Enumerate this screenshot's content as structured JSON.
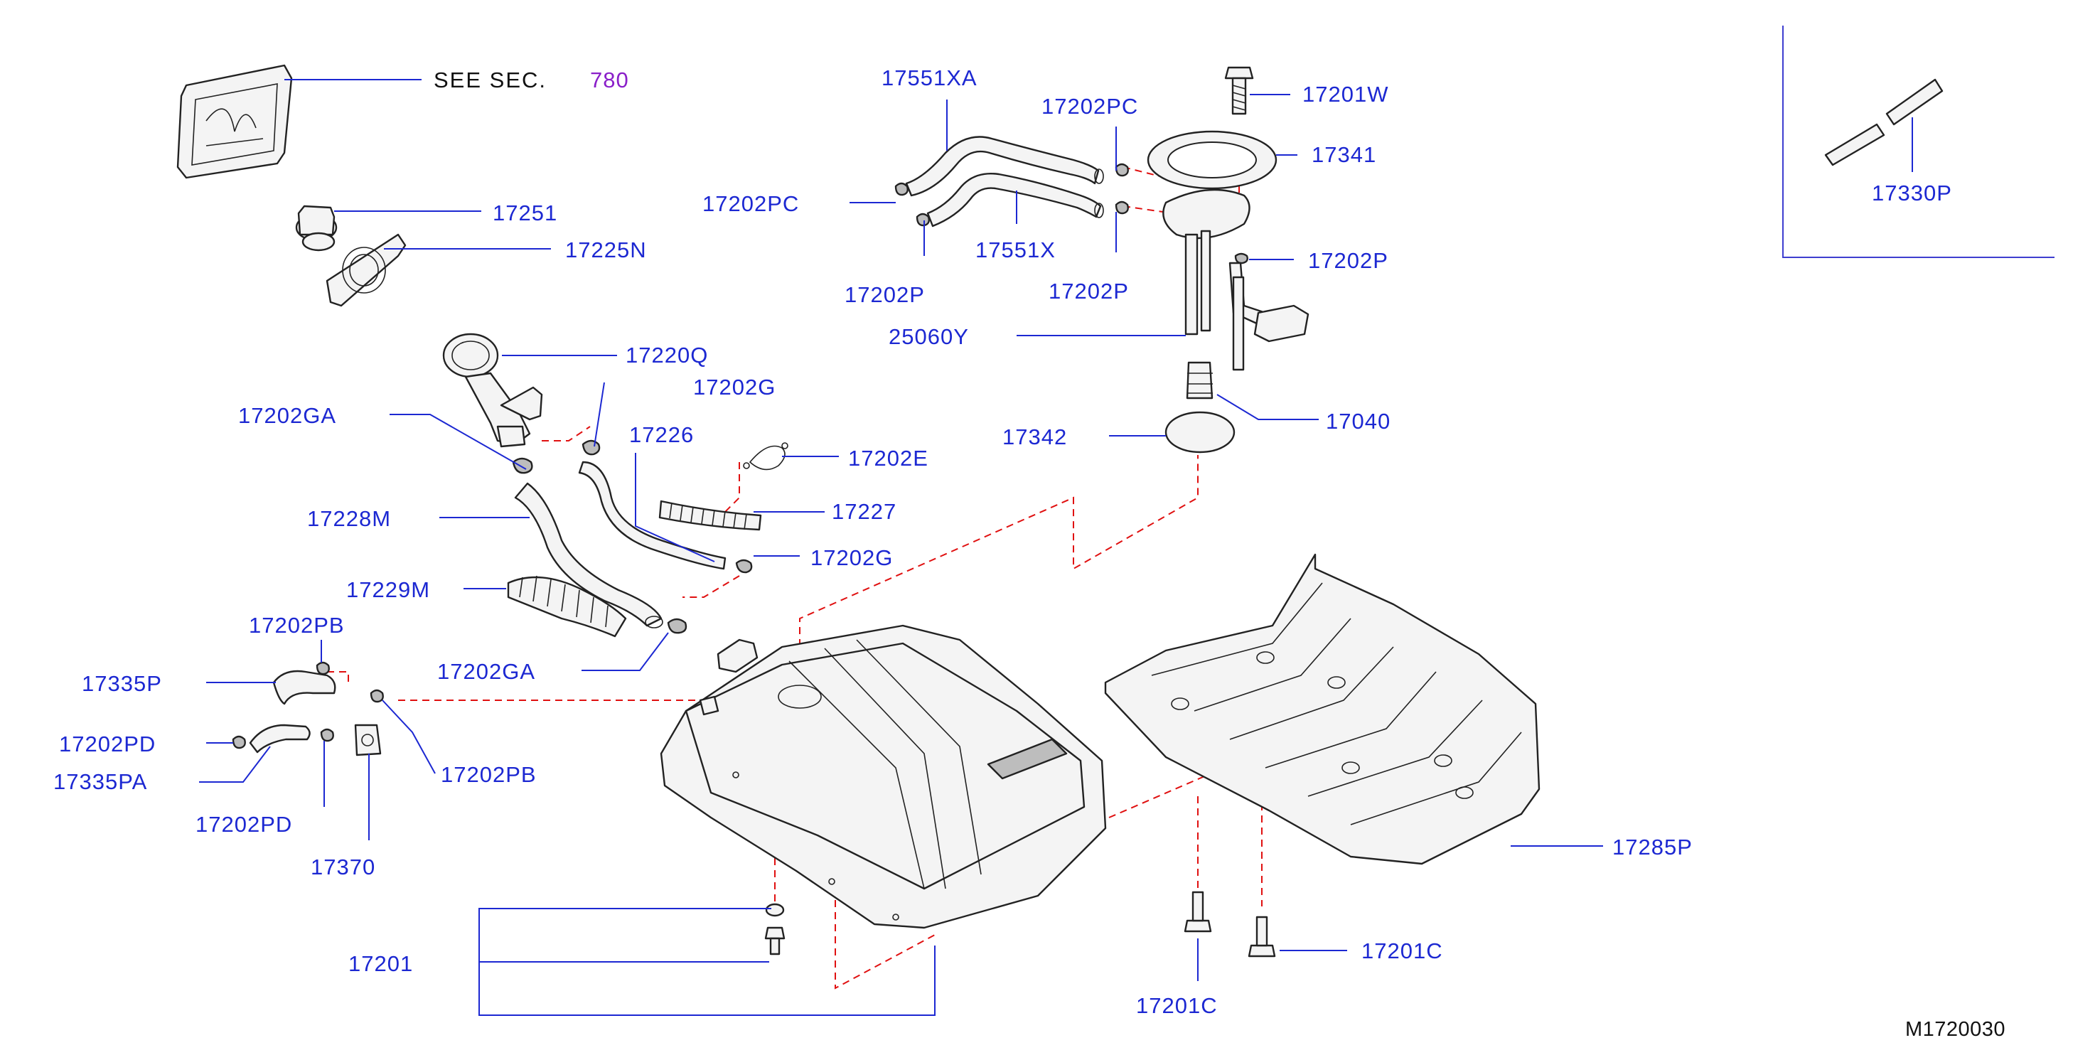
{
  "diagram": {
    "see_section": {
      "prefix": "SEE  SEC.",
      "number": "780"
    },
    "drawing_code": "M1720030",
    "parts": {
      "p17251": "17251",
      "p17225N": "17225N",
      "p17551XA": "17551XA",
      "p17202PC_top": "17202PC",
      "p17202PC_left": "17202PC",
      "p17551X": "17551X",
      "p17202P_left": "17202P",
      "p17202P_mid": "17202P",
      "p17201W": "17201W",
      "p17341": "17341",
      "p17202P_right": "17202P",
      "p25060Y": "25060Y",
      "p17040": "17040",
      "p17342": "17342",
      "p17330P": "17330P",
      "p17220Q": "17220Q",
      "p17202G_top": "17202G",
      "p17202GA_top": "17202GA",
      "p17226": "17226",
      "p17202E": "17202E",
      "p17227": "17227",
      "p17228M": "17228M",
      "p17202G_mid": "17202G",
      "p17229M": "17229M",
      "p17202PB_top": "17202PB",
      "p17202GA_bottom": "17202GA",
      "p17335P": "17335P",
      "p17202PD_left": "17202PD",
      "p17335PA": "17335PA",
      "p17202PB_bottom": "17202PB",
      "p17202PD_bottom": "17202PD",
      "p17370": "17370",
      "p17201": "17201",
      "p17201C_bottom": "17201C",
      "p17201C_right": "17201C",
      "p17285P": "17285P"
    }
  }
}
